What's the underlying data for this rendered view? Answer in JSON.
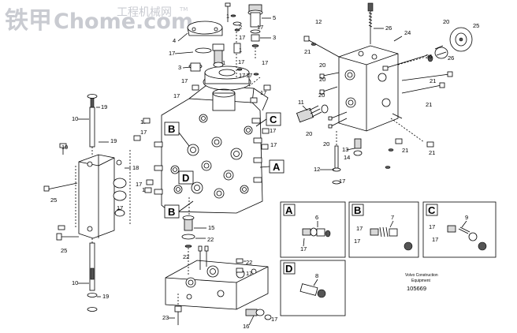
{
  "watermark": {
    "brand_cn": "铁甲",
    "brand_latin": "Chome.com",
    "tagline_cn": "工程机械网",
    "trademark": "TM"
  },
  "callouts": [
    "1",
    "2",
    "3",
    "4",
    "5",
    "6",
    "7",
    "8",
    "9",
    "10",
    "11",
    "12",
    "13",
    "14",
    "15",
    "16",
    "17",
    "18",
    "19",
    "20",
    "21",
    "22",
    "23",
    "24",
    "25",
    "26"
  ],
  "detail_views": {
    "A": {
      "label": "A",
      "parts": [
        "6",
        "17"
      ]
    },
    "B": {
      "label": "B",
      "parts": [
        "7",
        "17"
      ]
    },
    "C": {
      "label": "C",
      "parts": [
        "9",
        "17"
      ]
    },
    "D": {
      "label": "D",
      "parts": [
        "8"
      ]
    }
  },
  "section_markers": [
    "B",
    "C",
    "D",
    "A",
    "B"
  ],
  "manufacturer": {
    "line1": "Volvo Construction",
    "line2": "Equipment",
    "drawing_number": "105669"
  }
}
